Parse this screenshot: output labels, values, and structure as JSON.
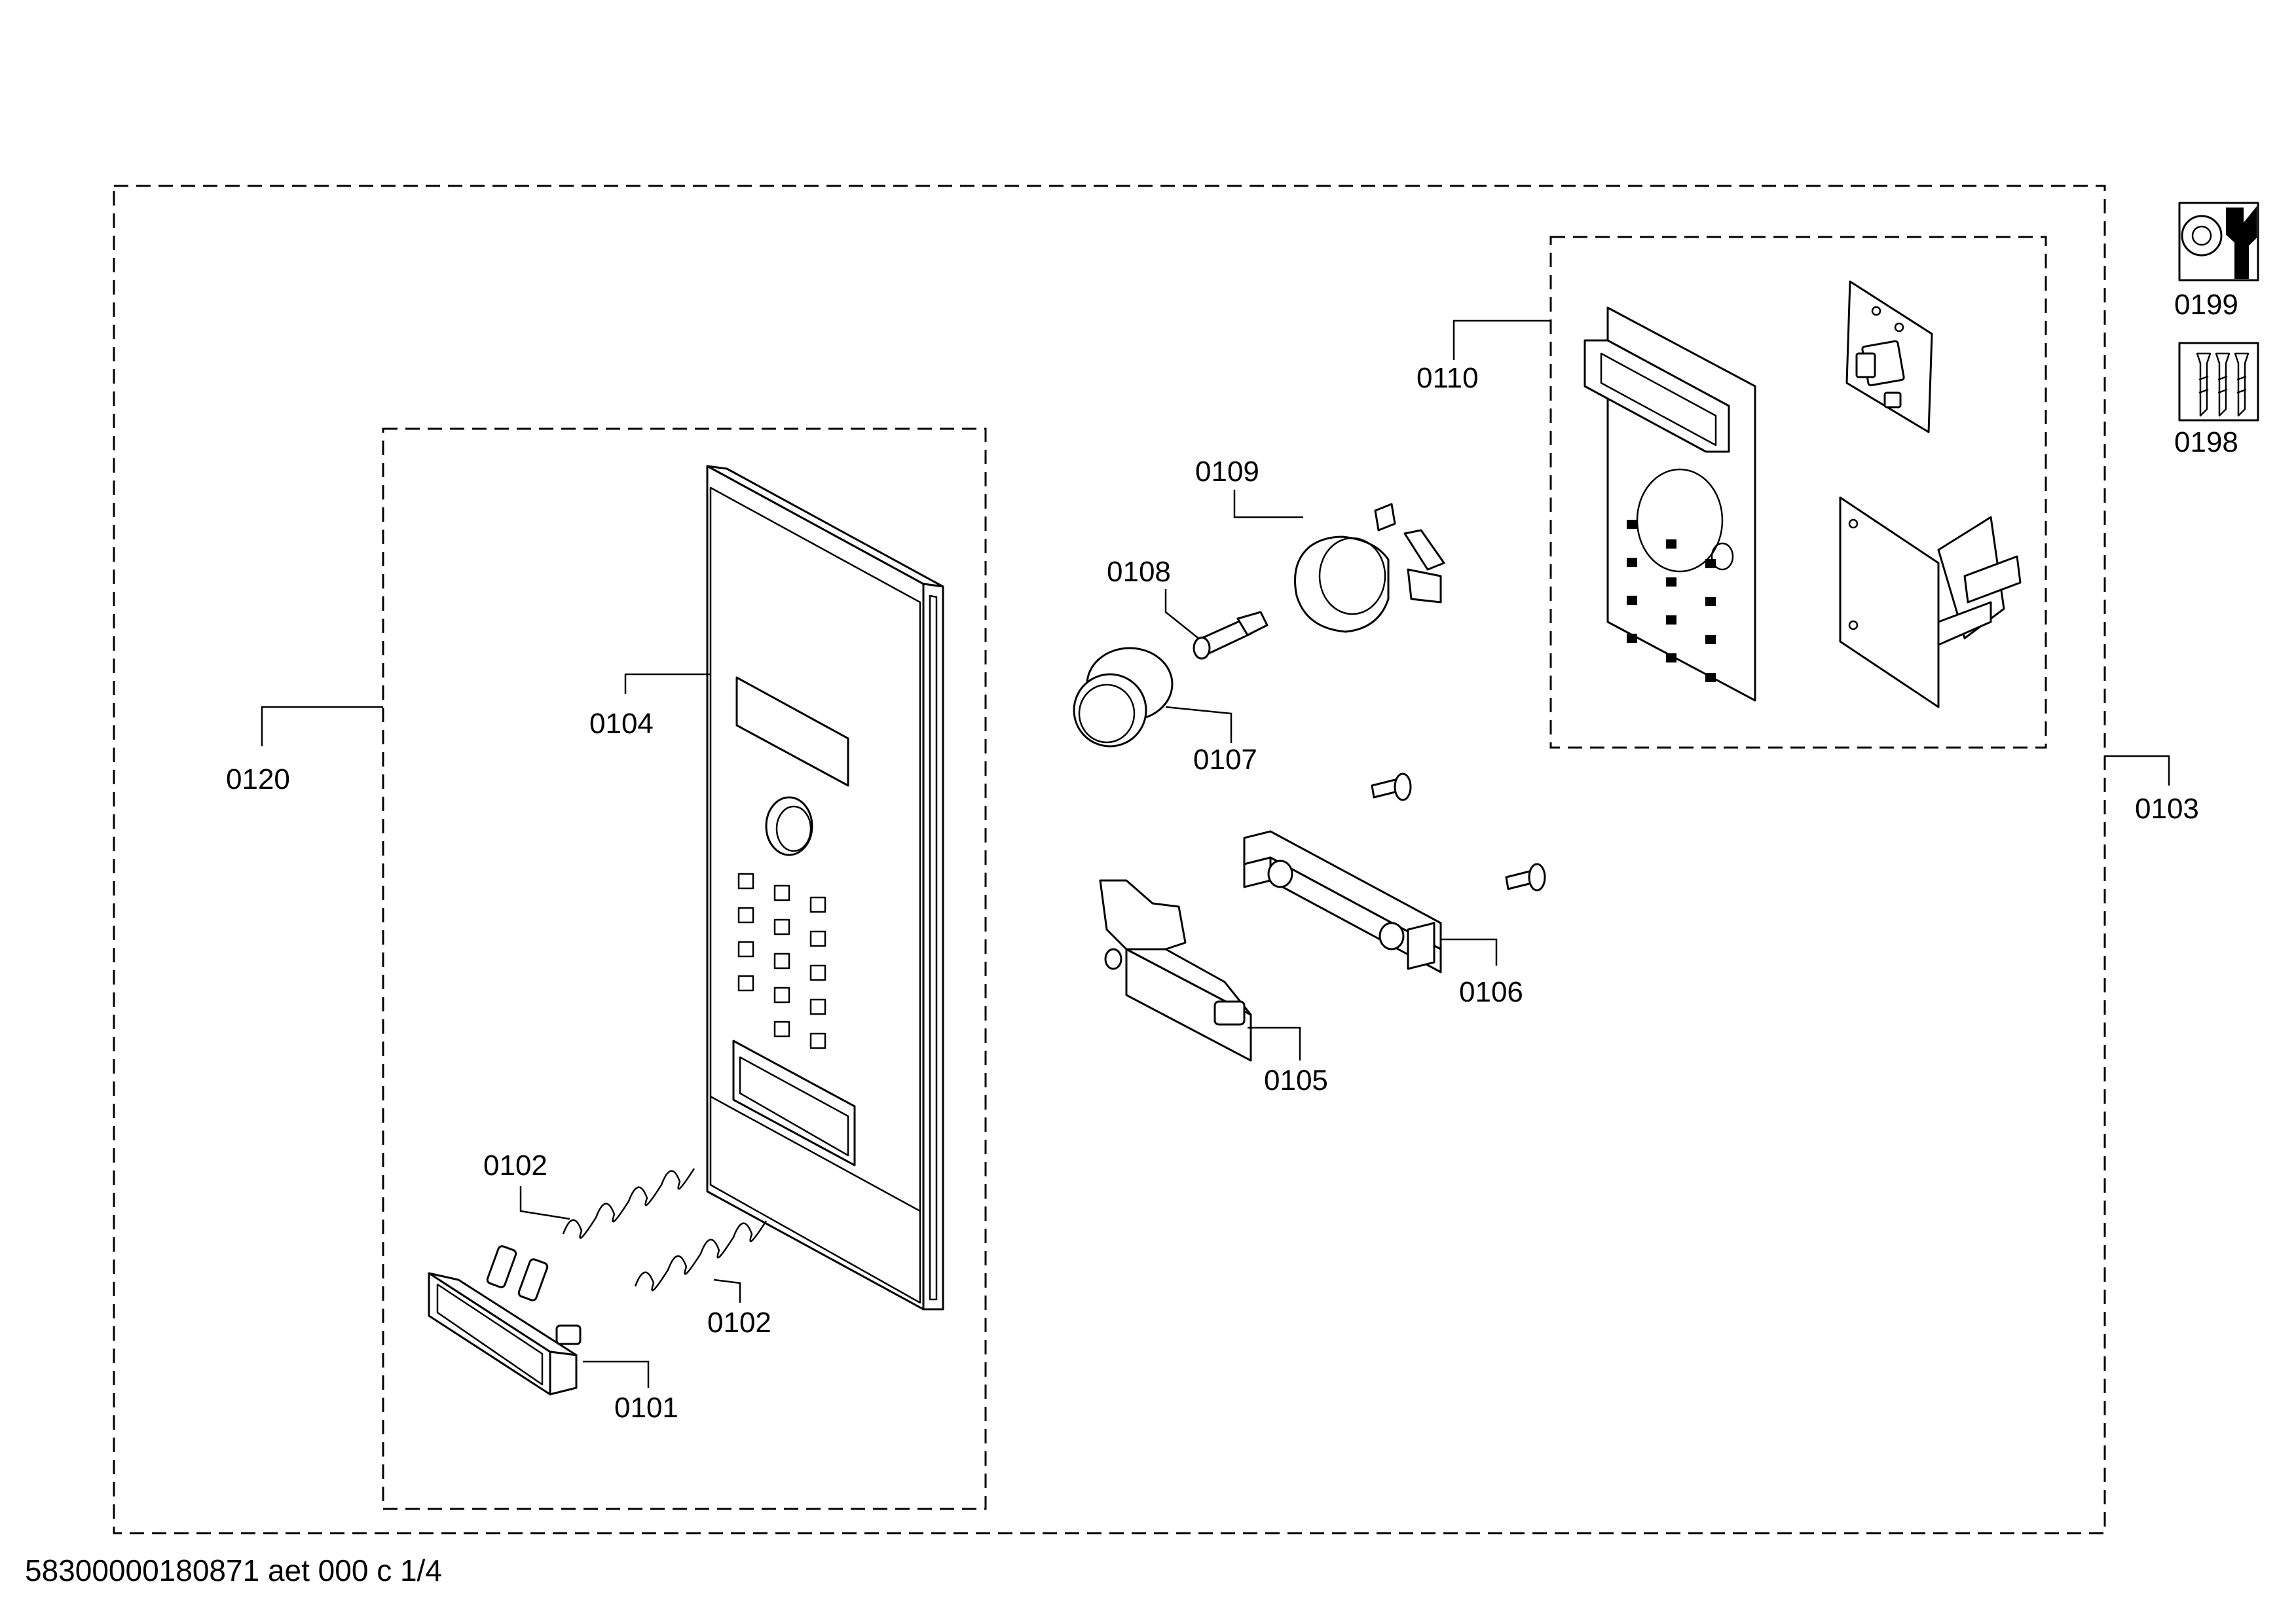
{
  "labels": {
    "p0101": "0101",
    "p0102a": "0102",
    "p0102b": "0102",
    "p0103": "0103",
    "p0104": "0104",
    "p0105": "0105",
    "p0106": "0106",
    "p0107": "0107",
    "p0108": "0108",
    "p0109": "0109",
    "p0110": "0110",
    "p0120": "0120",
    "p0198": "0198",
    "p0199": "0199"
  },
  "footer": {
    "document_code": "58300000180871 aet 000 c 1/4"
  },
  "icons": {
    "service_kit": "wrench-nut-icon",
    "screw_set": "screws-icon"
  }
}
